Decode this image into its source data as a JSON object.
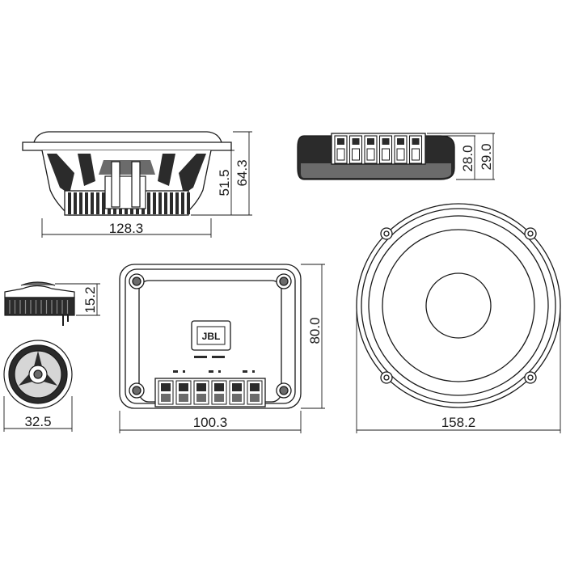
{
  "drawing": {
    "colors": {
      "line": "#1a1a1a",
      "dark": "#2b2b2b",
      "mid": "#6b6b6b",
      "light": "#d6d6d6"
    },
    "woofer_side": {
      "width_label": "128.3",
      "depth_label": "51.5",
      "height_label": "64.3"
    },
    "crossover_side": {
      "height_inner_label": "28.0",
      "height_outer_label": "29.0"
    },
    "tweeter_side": {
      "height_label": "15.2"
    },
    "tweeter_front": {
      "diameter_label": "32.5"
    },
    "crossover_top": {
      "width_label": "100.3",
      "height_label": "80.0",
      "logo_text": "JBL"
    },
    "woofer_front": {
      "diameter_label": "158.2"
    }
  }
}
